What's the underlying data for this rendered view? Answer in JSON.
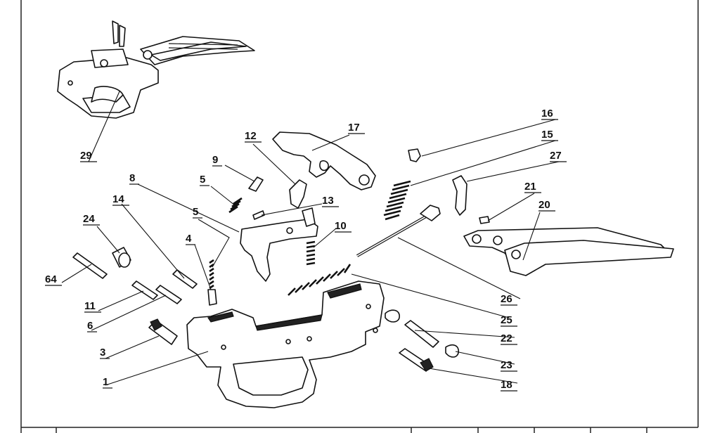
{
  "colors": {
    "ink": "#111111",
    "paper": "#ffffff"
  },
  "labels": {
    "l1": "1",
    "l3": "3",
    "l4": "4",
    "l5a": "5",
    "l5b": "5",
    "l6": "6",
    "l8": "8",
    "l9": "9",
    "l10": "10",
    "l11": "11",
    "l12": "12",
    "l13": "13",
    "l14": "14",
    "l15": "15",
    "l16": "16",
    "l17": "17",
    "l18": "18",
    "l20": "20",
    "l21": "21",
    "l22": "22",
    "l23": "23",
    "l24": "24",
    "l25": "25",
    "l26": "26",
    "l27": "27",
    "l29": "29",
    "l64": "64"
  }
}
